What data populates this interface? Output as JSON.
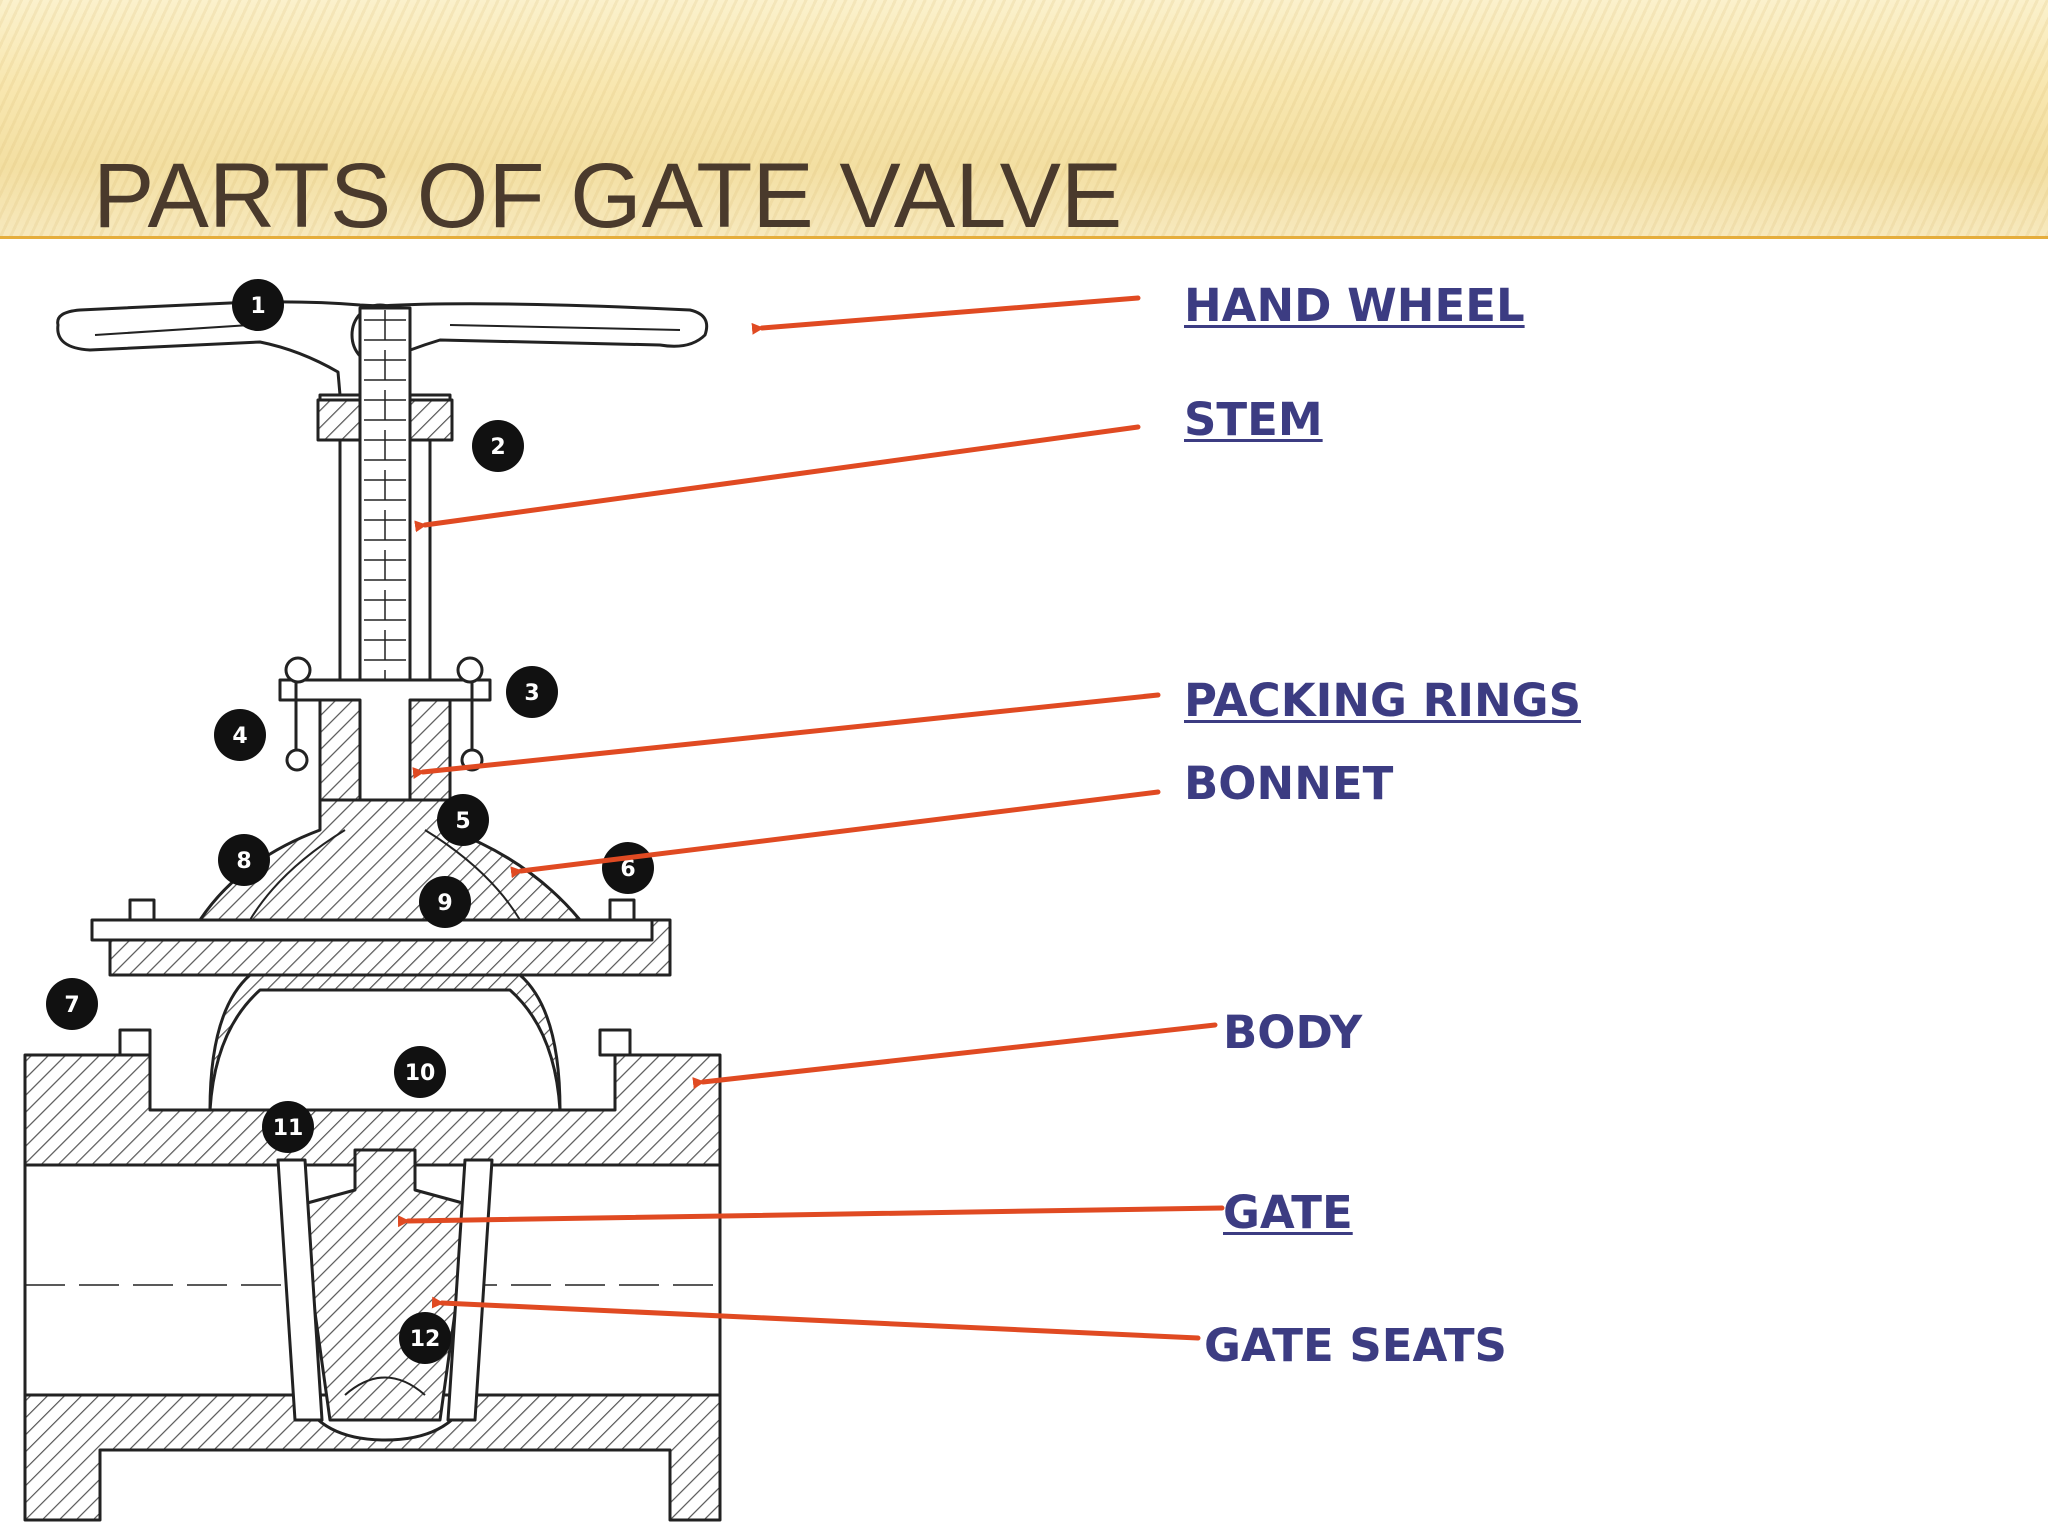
{
  "slide": {
    "title": "PARTS OF GATE VALVE"
  },
  "labels": {
    "hand_wheel": "HAND WHEEL",
    "stem": "STEM",
    "packing_rings": "PACKING RINGS",
    "bonnet": "BONNET",
    "body": "BODY",
    "gate": "GATE",
    "gate_seats": "GATE SEATS"
  },
  "callouts": [
    "1",
    "2",
    "3",
    "4",
    "5",
    "6",
    "7",
    "8",
    "9",
    "10",
    "11",
    "12"
  ],
  "colors": {
    "label_text": "#3c3c82",
    "arrow": "#e04a22",
    "title_text": "#4a3a2c",
    "header_rule": "#e5ad3c"
  }
}
